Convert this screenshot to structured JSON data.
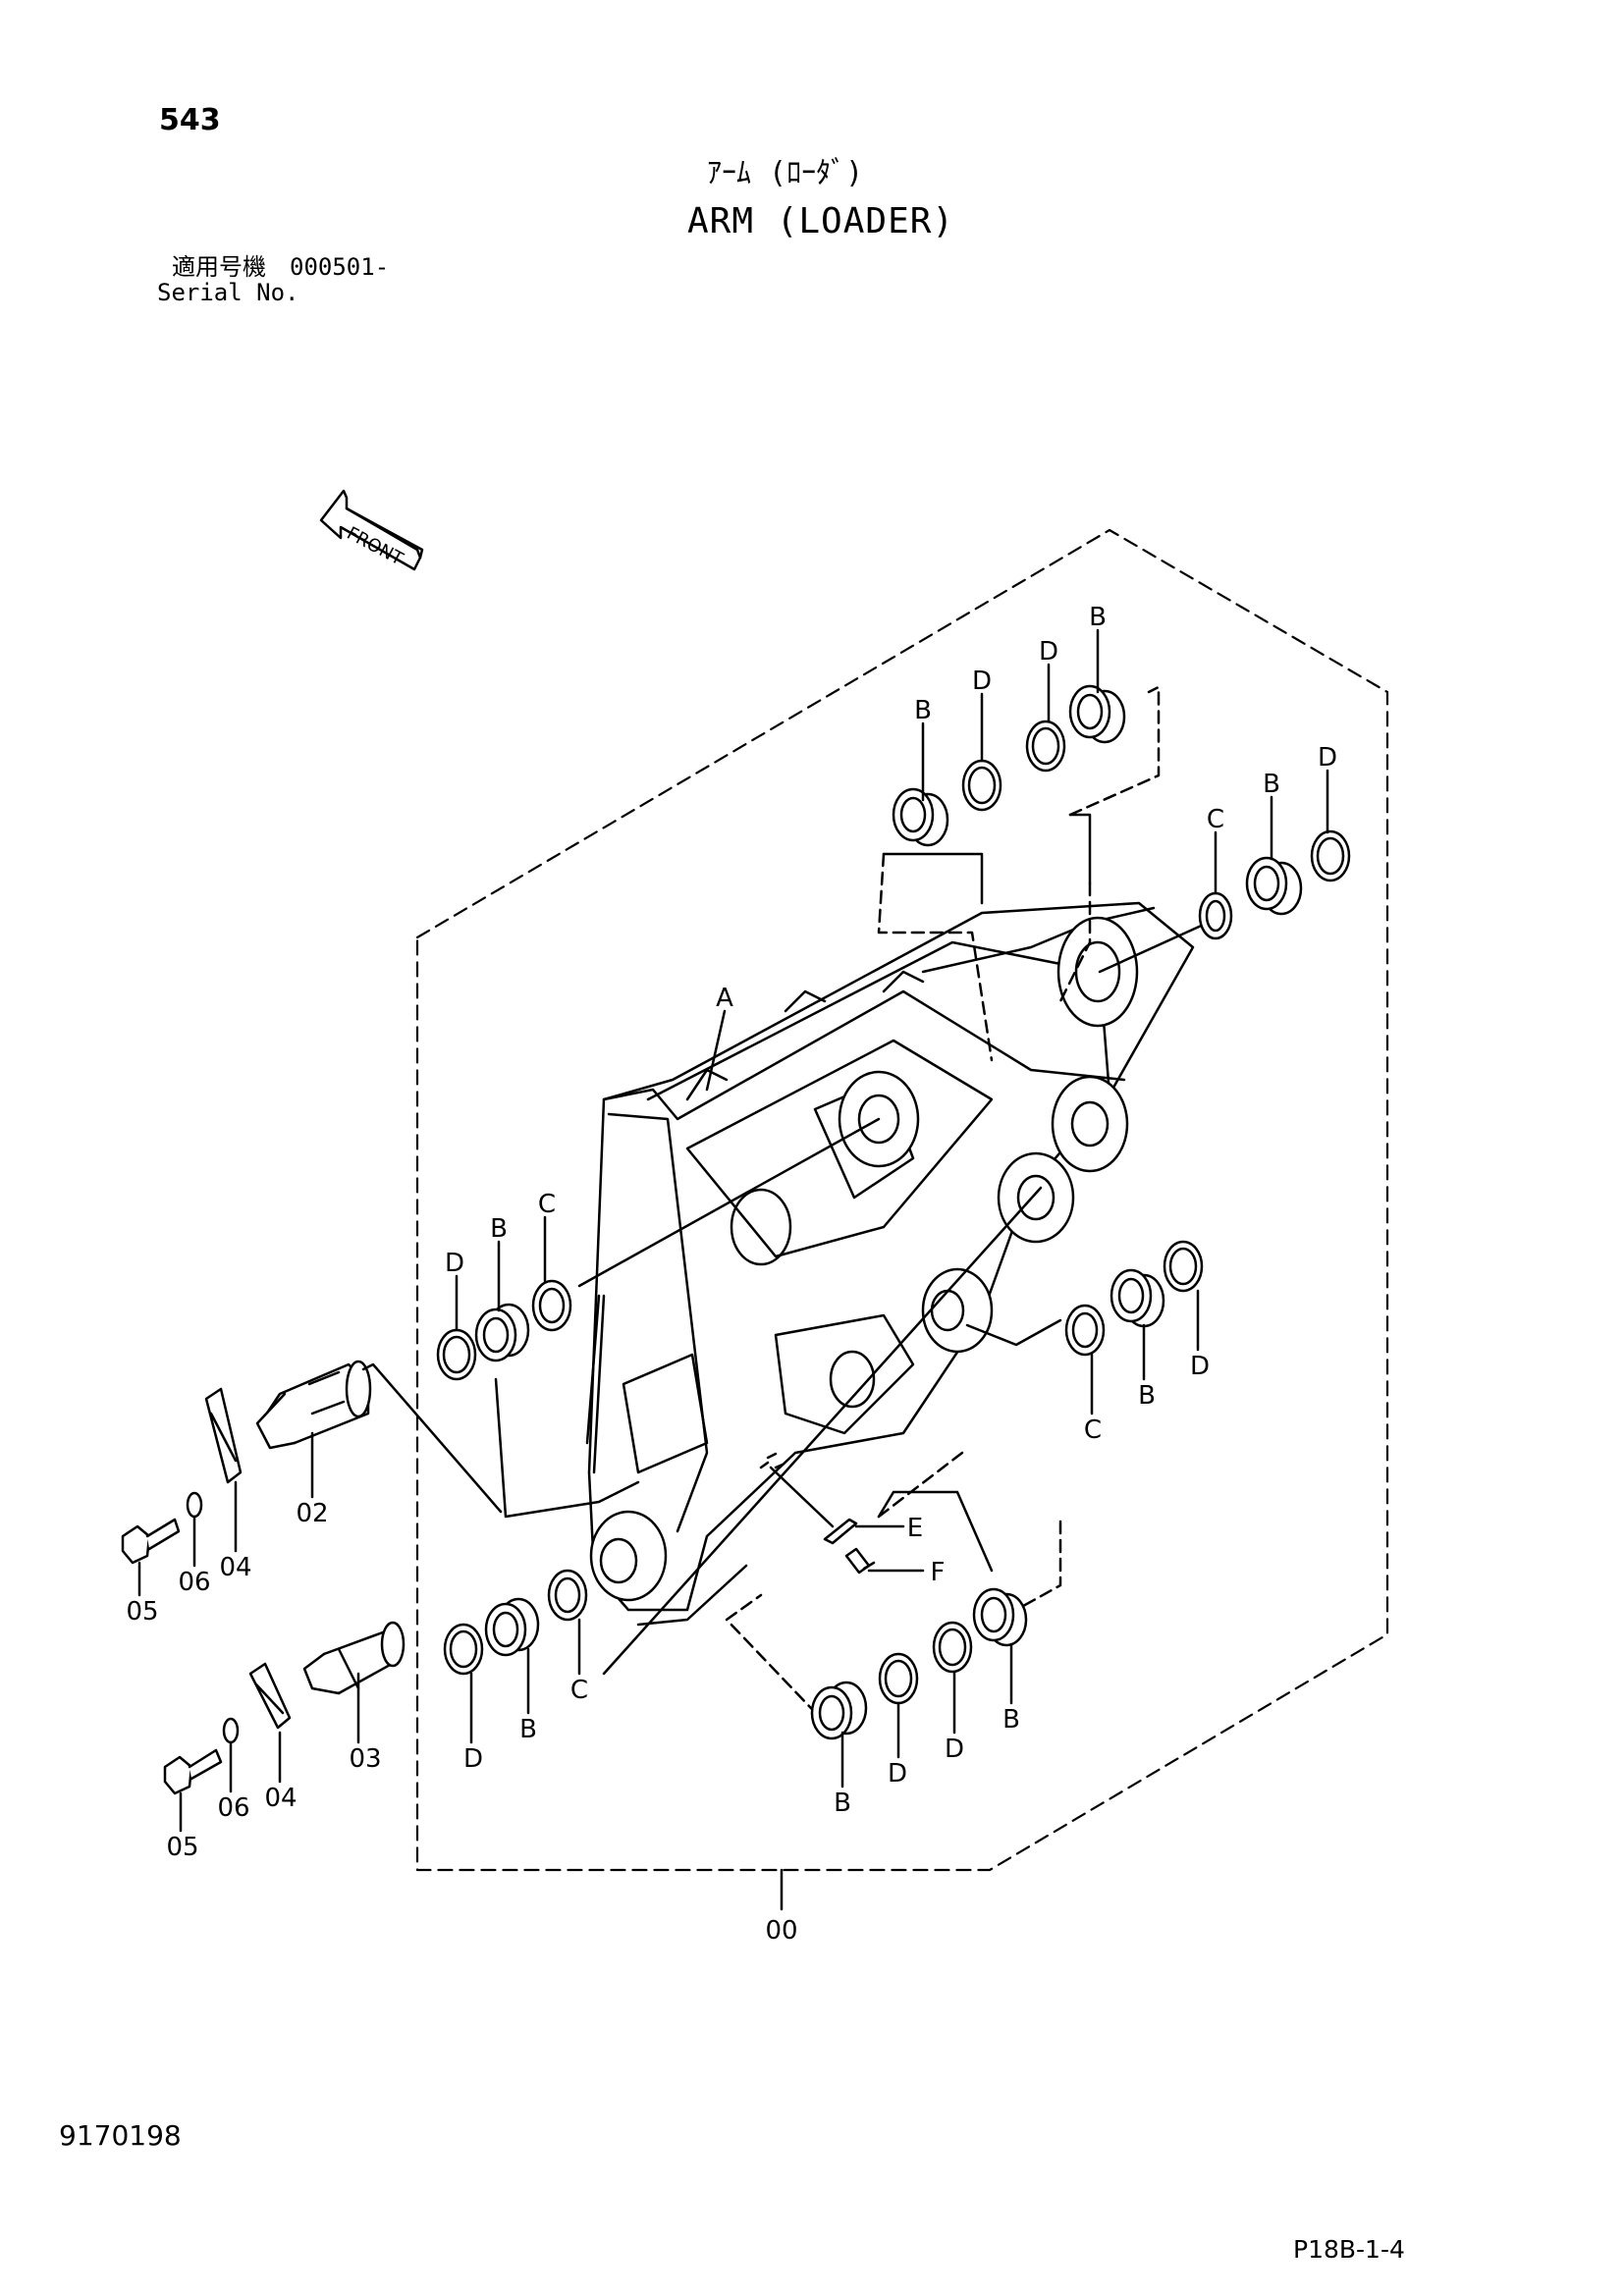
{
  "header": {
    "page_number": "543",
    "title_jp": "ｱｰﾑ (ﾛｰﾀﾞ)",
    "title_en": "ARM (LOADER)",
    "serial_jp": "適用号機　000501-",
    "serial_en": "Serial No."
  },
  "footer": {
    "doc_number": "9170198",
    "page_code": "P18B-1-4"
  },
  "front_arrow": {
    "label": "FRONT"
  },
  "callouts": {
    "assembly": "00",
    "pin_upper": "02",
    "pin_lower": "03",
    "plate_upper": "04",
    "plate_lower": "04",
    "bolt_upper": "05",
    "bolt_lower": "05",
    "washer_upper": "06",
    "washer_lower": "06",
    "arm": "A",
    "top_b1": "B",
    "top_d1": "D",
    "top_d2": "D",
    "top_b2": "B",
    "right_c": "C",
    "right_b": "B",
    "right_d": "D",
    "upper_left_d": "D",
    "upper_left_b": "B",
    "upper_left_c": "C",
    "mid_right_c": "C",
    "mid_right_b": "B",
    "mid_right_d": "D",
    "lower_left_d": "D",
    "lower_left_b": "B",
    "lower_left_c": "C",
    "bottom_b1": "B",
    "bottom_d1": "D",
    "bottom_d2": "D",
    "bottom_b2": "B",
    "grease_e": "E",
    "bolt_f": "F"
  }
}
